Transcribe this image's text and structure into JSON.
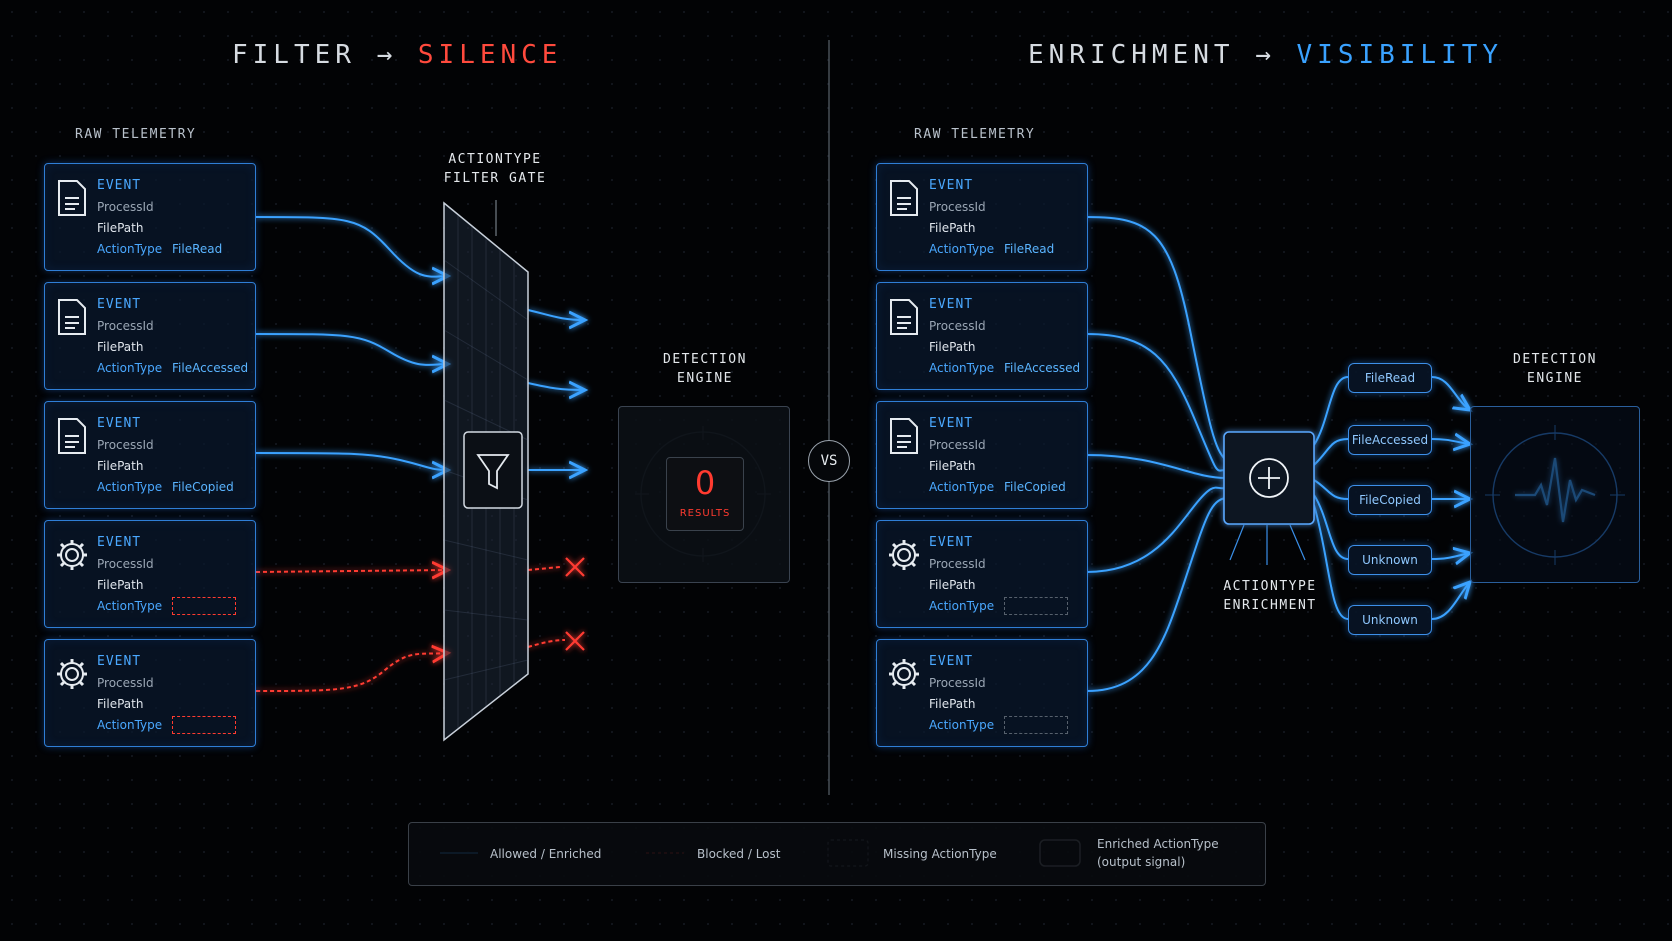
{
  "left": {
    "title_a": "FILTER",
    "arrow": "→",
    "title_b": "SILENCE",
    "section_label": "RAW TELEMETRY",
    "gate_caption_1": "ACTIONTYPE",
    "gate_caption_2": "FILTER GATE",
    "engine_caption_1": "DETECTION",
    "engine_caption_2": "ENGINE",
    "result_value": "0",
    "result_label": "RESULTS",
    "events": [
      {
        "label": "EVENT",
        "field1": "ProcessId",
        "field2": "FilePath",
        "field3": "ActionType",
        "value": "FileRead",
        "icon": "document-icon"
      },
      {
        "label": "EVENT",
        "field1": "ProcessId",
        "field2": "FilePath",
        "field3": "ActionType",
        "value": "FileAccessed",
        "icon": "document-icon"
      },
      {
        "label": "EVENT",
        "field1": "ProcessId",
        "field2": "FilePath",
        "field3": "ActionType",
        "value": "FileCopied",
        "icon": "document-icon"
      },
      {
        "label": "EVENT",
        "field1": "ProcessId",
        "field2": "FilePath",
        "field3": "ActionType",
        "value": "",
        "icon": "gear-icon"
      },
      {
        "label": "EVENT",
        "field1": "ProcessId",
        "field2": "FilePath",
        "field3": "ActionType",
        "value": "",
        "icon": "gear-icon"
      }
    ]
  },
  "right": {
    "title_a": "ENRICHMENT",
    "arrow": "→",
    "title_b": "VISIBILITY",
    "section_label": "RAW TELEMETRY",
    "enrich_caption_1": "ACTIONTYPE",
    "enrich_caption_2": "ENRICHMENT",
    "engine_caption_1": "DETECTION",
    "engine_caption_2": "ENGINE",
    "events": [
      {
        "label": "EVENT",
        "field1": "ProcessId",
        "field2": "FilePath",
        "field3": "ActionType",
        "value": "FileRead",
        "icon": "document-icon"
      },
      {
        "label": "EVENT",
        "field1": "ProcessId",
        "field2": "FilePath",
        "field3": "ActionType",
        "value": "FileAccessed",
        "icon": "document-icon"
      },
      {
        "label": "EVENT",
        "field1": "ProcessId",
        "field2": "FilePath",
        "field3": "ActionType",
        "value": "FileCopied",
        "icon": "document-icon"
      },
      {
        "label": "EVENT",
        "field1": "ProcessId",
        "field2": "FilePath",
        "field3": "ActionType",
        "value": "",
        "icon": "gear-icon"
      },
      {
        "label": "EVENT",
        "field1": "ProcessId",
        "field2": "FilePath",
        "field3": "ActionType",
        "value": "",
        "icon": "gear-icon"
      }
    ],
    "outputs": [
      "FileRead",
      "FileAccessed",
      "FileCopied",
      "Unknown",
      "Unknown"
    ]
  },
  "vs_label": "VS",
  "legend": {
    "allowed": "Allowed / Enriched",
    "blocked": "Blocked / Lost",
    "missing": "Missing ActionType",
    "enriched_1": "Enriched ActionType",
    "enriched_2": "(output signal)"
  },
  "colors": {
    "blue": "#3aa2ff",
    "red": "#ff3b30",
    "bg": "#020305"
  }
}
